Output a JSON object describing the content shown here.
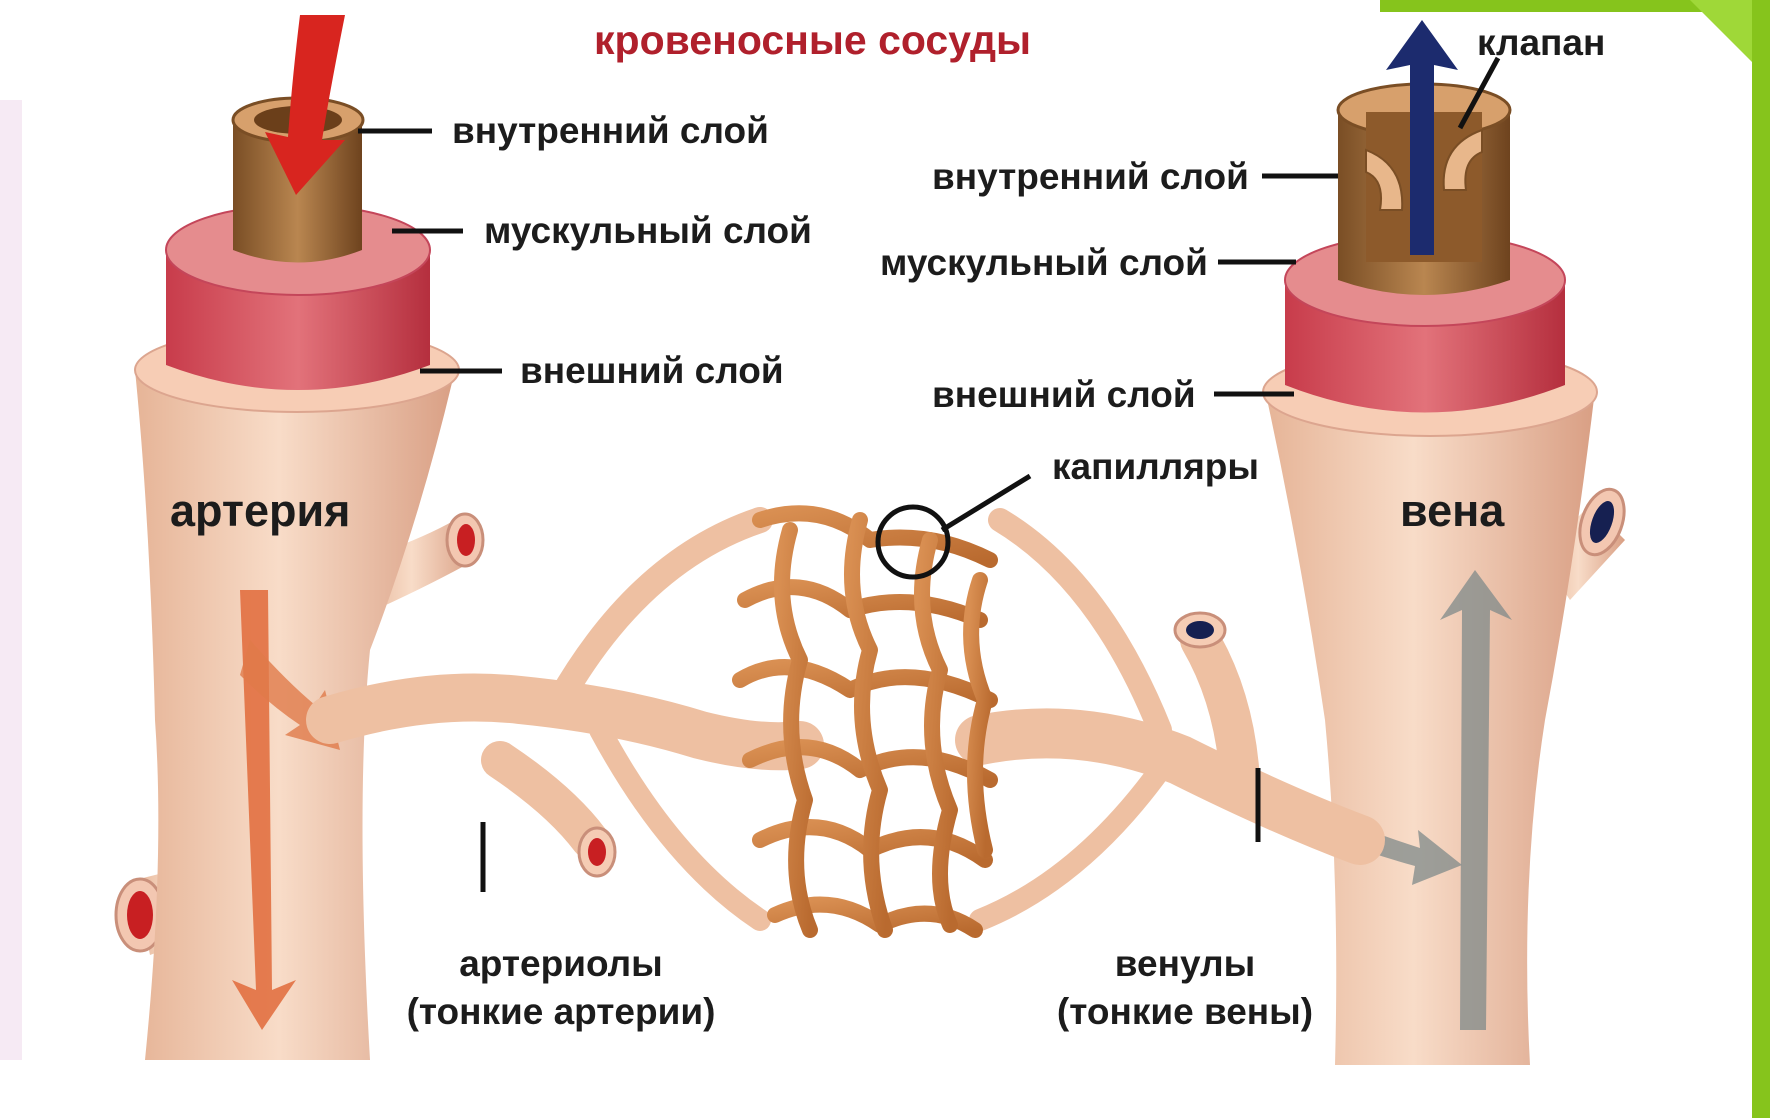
{
  "title": "кровеносные сосуды",
  "artery": {
    "name": "артерия",
    "inner_layer": "внутренний слой",
    "muscle_layer": "мускульный слой",
    "outer_layer": "внешний слой"
  },
  "vein": {
    "name": "вена",
    "valve": "клапан",
    "inner_layer": "внутренний слой",
    "muscle_layer": "мускульный слой",
    "outer_layer": "внешний слой"
  },
  "capillaries": "капилляры",
  "arterioles": {
    "line1": "артериолы",
    "line2": "(тонкие артерии)"
  },
  "venules": {
    "line1": "венулы",
    "line2": "(тонкие вены)"
  },
  "colors": {
    "title": "#b0202c",
    "vessel_wall": "#f1c9ad",
    "muscle": "#d9535b",
    "inner_wall": "#9c6a3a",
    "capillary": "#cf8444",
    "arterial_flow": "#d8251f",
    "venous_flow": "#1c2b6e",
    "frame_accent": "#86c41c"
  }
}
